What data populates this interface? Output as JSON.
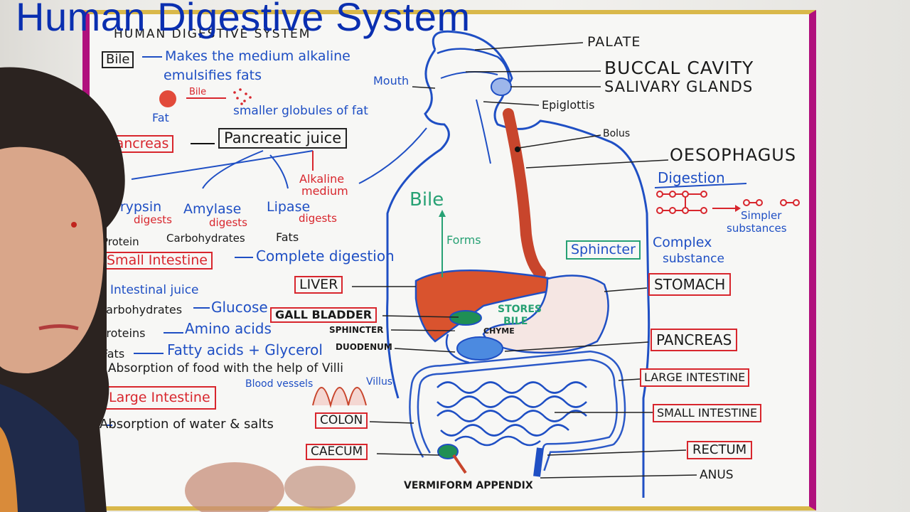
{
  "title": "Human Digestive System",
  "board_heading": "HUMAN DIGESTIVE SYSTEM",
  "left": {
    "bile_box": "Bile",
    "bile_1": "Makes the medium alkaline",
    "bile_2": "emulsifies fats",
    "bile_arrow": "Bile",
    "fat": "Fat",
    "globules": "smaller globules of fat",
    "pancreas": "Pancreas",
    "pancreatic_juice": "Pancreatic juice",
    "alkaline_1": "Alkaline",
    "alkaline_2": "medium",
    "trypsin": "Trypsin",
    "amylase": "Amylase",
    "lipase": "Lipase",
    "digests": "digests",
    "protein": "Protein",
    "carbohydrates": "Carbohydrates",
    "fats": "Fats",
    "small_intestine": "Small Intestine",
    "complete_digestion": "Complete digestion",
    "intestinal_juice": "Intestinal juice",
    "carb_row": "Carbohydrates",
    "glucose": "Glucose",
    "proteins_row": "Proteins",
    "amino": "Amino acids",
    "fats_row": "Fats",
    "fatty": "Fatty acids + Glycerol",
    "absorption_villi": "* Absorption of food with the help of Villi",
    "blood_vessels": "Blood vessels",
    "villus": "Villus",
    "large_intestine": "Large Intestine",
    "absorption_water": "Absorption of water & salts"
  },
  "center": {
    "mouth": "Mouth",
    "bile": "Bile",
    "forms": "Forms",
    "liver": "LIVER",
    "gall_bladder": "GALL BLADDER",
    "stores_1": "STORES",
    "stores_2": "BILE",
    "sphincter_small": "SPHINCTER",
    "chyme": "CHYME",
    "duodenum": "DUODENUM",
    "colon": "COLON",
    "caecum": "CAECUM",
    "appendix": "VERMIFORM APPENDIX"
  },
  "right": {
    "palate": "PALATE",
    "buccal": "BUCCAL CAVITY",
    "salivary": "SALIVARY GLANDS",
    "epiglottis": "Epiglottis",
    "bolus": "Bolus",
    "oesophagus": "OESOPHAGUS",
    "digestion": "Digestion",
    "simpler_1": "Simpler",
    "simpler_2": "substances",
    "sphincter": "Sphincter",
    "complex_1": "Complex",
    "complex_2": "substance",
    "stomach": "STOMACH",
    "pancreas": "PANCREAS",
    "large_int": "LARGE INTESTINE",
    "small_int": "SMALL INTESTINE",
    "rectum": "RECTUM",
    "anus": "ANUS"
  },
  "colors": {
    "title": "#0a2fb0",
    "frame": "#b0107d",
    "frame_top": "#d9b84a",
    "ink_blue": "#1f4fc4",
    "ink_red": "#d8262d",
    "ink_green": "#27a174"
  }
}
